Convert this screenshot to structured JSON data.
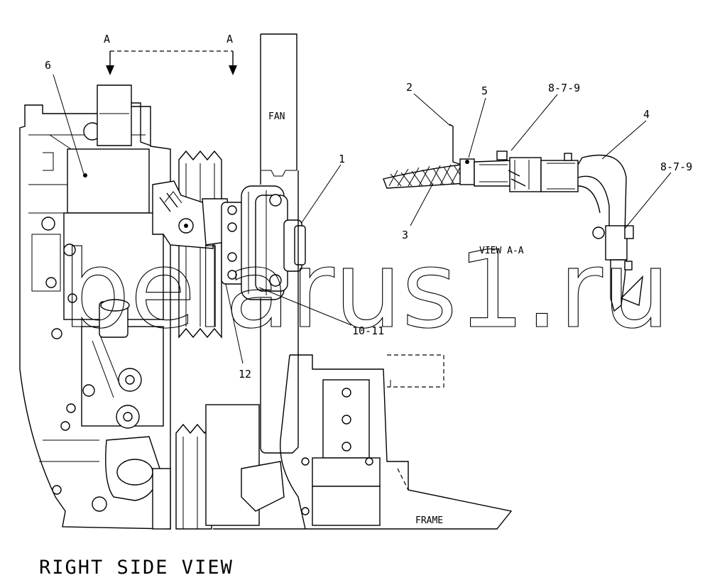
{
  "labels": {
    "section_a_left": "A",
    "section_a_right": "A",
    "fan": "FAN",
    "frame": "FRAME",
    "view_title": "RIGHT SIDE VIEW",
    "view_aa": "VIEW A-A"
  },
  "callouts": {
    "c1": "1",
    "c2": "2",
    "c3": "3",
    "c4": "4",
    "c5": "5",
    "c6": "6",
    "c8_7_9_top": "8-7-9",
    "c8_7_9_right": "8-7-9",
    "c10_11": "10-11",
    "c12": "12"
  },
  "watermark": "belarus1.ru"
}
